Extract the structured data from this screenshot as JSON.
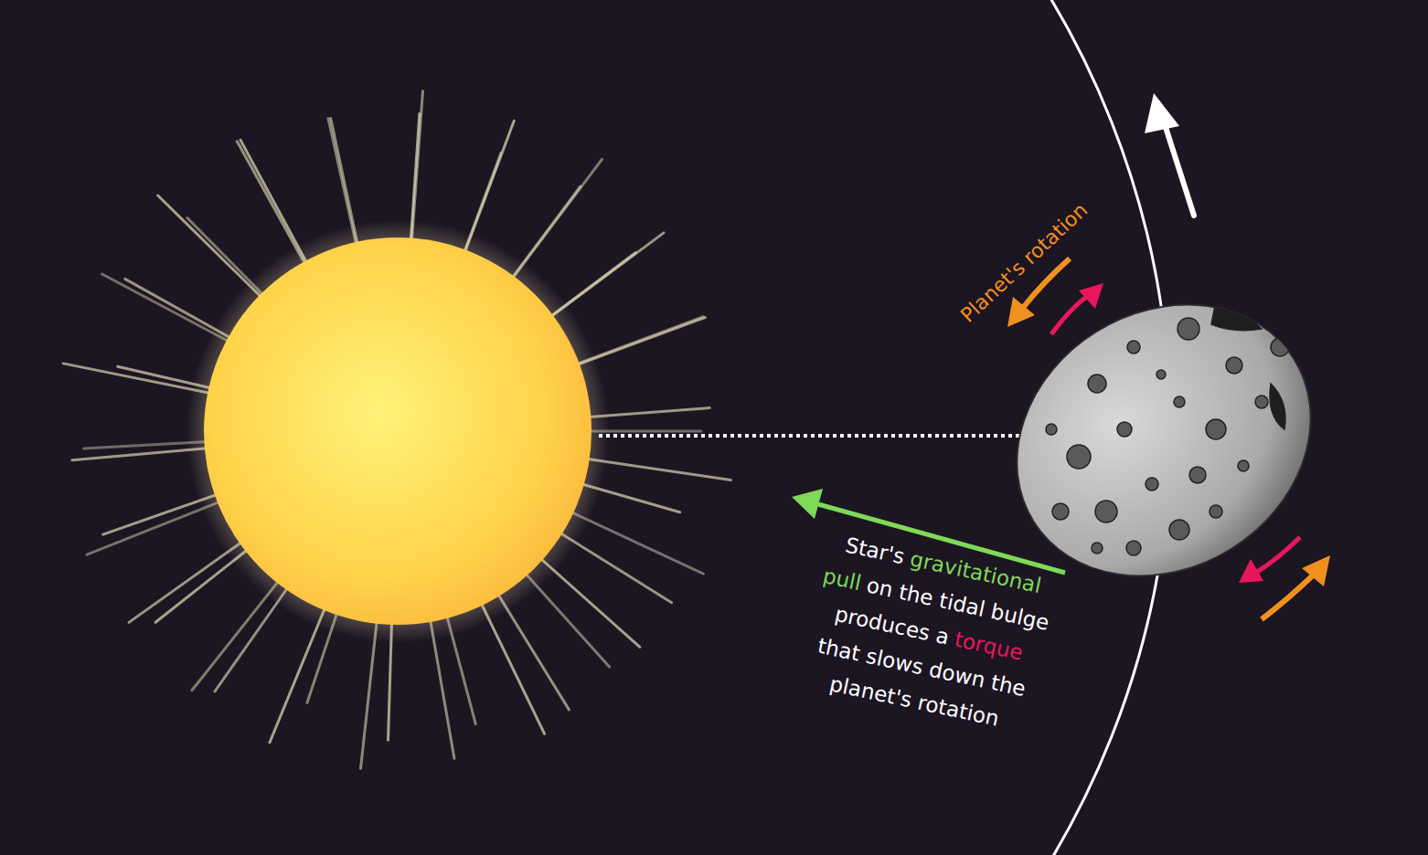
{
  "diagram": {
    "labels": [
      "Planet's rotation",
      "Star's",
      "gravitational",
      "pull",
      "on the tidal bulge",
      "produces a",
      "torque",
      "that slows down the",
      "planet's rotation"
    ]
  }
}
